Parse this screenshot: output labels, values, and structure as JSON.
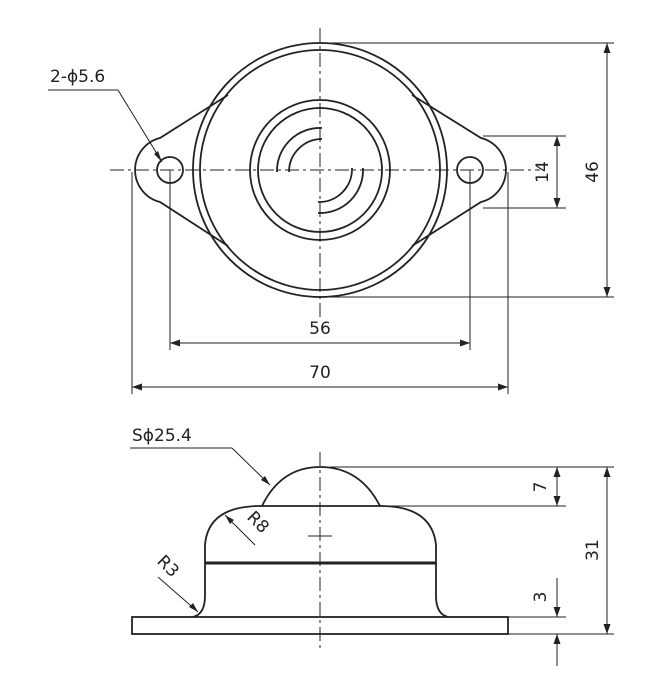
{
  "labels": {
    "hole": "2-ϕ5.6",
    "pitch_width": "56",
    "total_width": "70",
    "hole_dim": "14",
    "top_height": "46",
    "ball": "Sϕ25.4",
    "r8": "R8",
    "r3": "R3",
    "ball_protrusion": "7",
    "total_height": "31",
    "base_thickness": "3"
  }
}
